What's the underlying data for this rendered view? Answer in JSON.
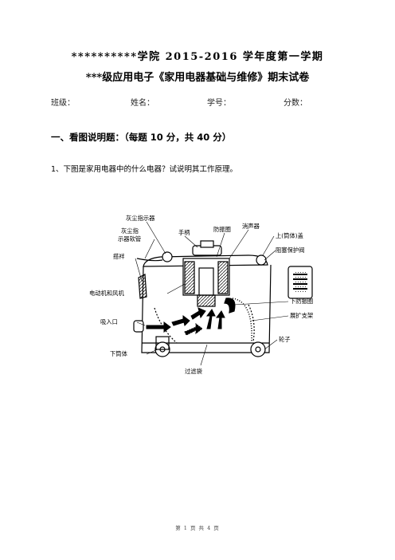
{
  "header": {
    "title": "**********学院 2015-2016 学年度第一学期",
    "subtitle": "***级应用电子《家用电器基础与维修》期末试卷"
  },
  "info_fields": [
    "班级：",
    "姓名：",
    "学号：",
    "分数："
  ],
  "section": {
    "heading": "一、看图说明题：（每题 10 分，共 40 分）"
  },
  "question1": {
    "text": "1、下图是家用电器中的什么电器？试说明其工作原理。"
  },
  "diagram": {
    "labels": {
      "dust_indicator": "灰尘指示器",
      "dust_hose_1": "灰尘指",
      "dust_hose_2": "示器软管",
      "handle": "手柄",
      "vibration_ring": "防振圈",
      "muffler": "消声器",
      "top_cover": "上(筒体)盖",
      "blocking_valve": "阻塞保护阀",
      "buckle": "搭袢",
      "motor_fan": "电动机和风机",
      "lower_vibration_ring": "下防振圈",
      "expansion_bracket": "展扩支架",
      "inlet": "吸入口",
      "wheel": "轮子",
      "lower_barrel": "下筒体",
      "filter_bag": "过滤袋"
    }
  },
  "footer": {
    "page": "第 1 页 共 4 页"
  }
}
